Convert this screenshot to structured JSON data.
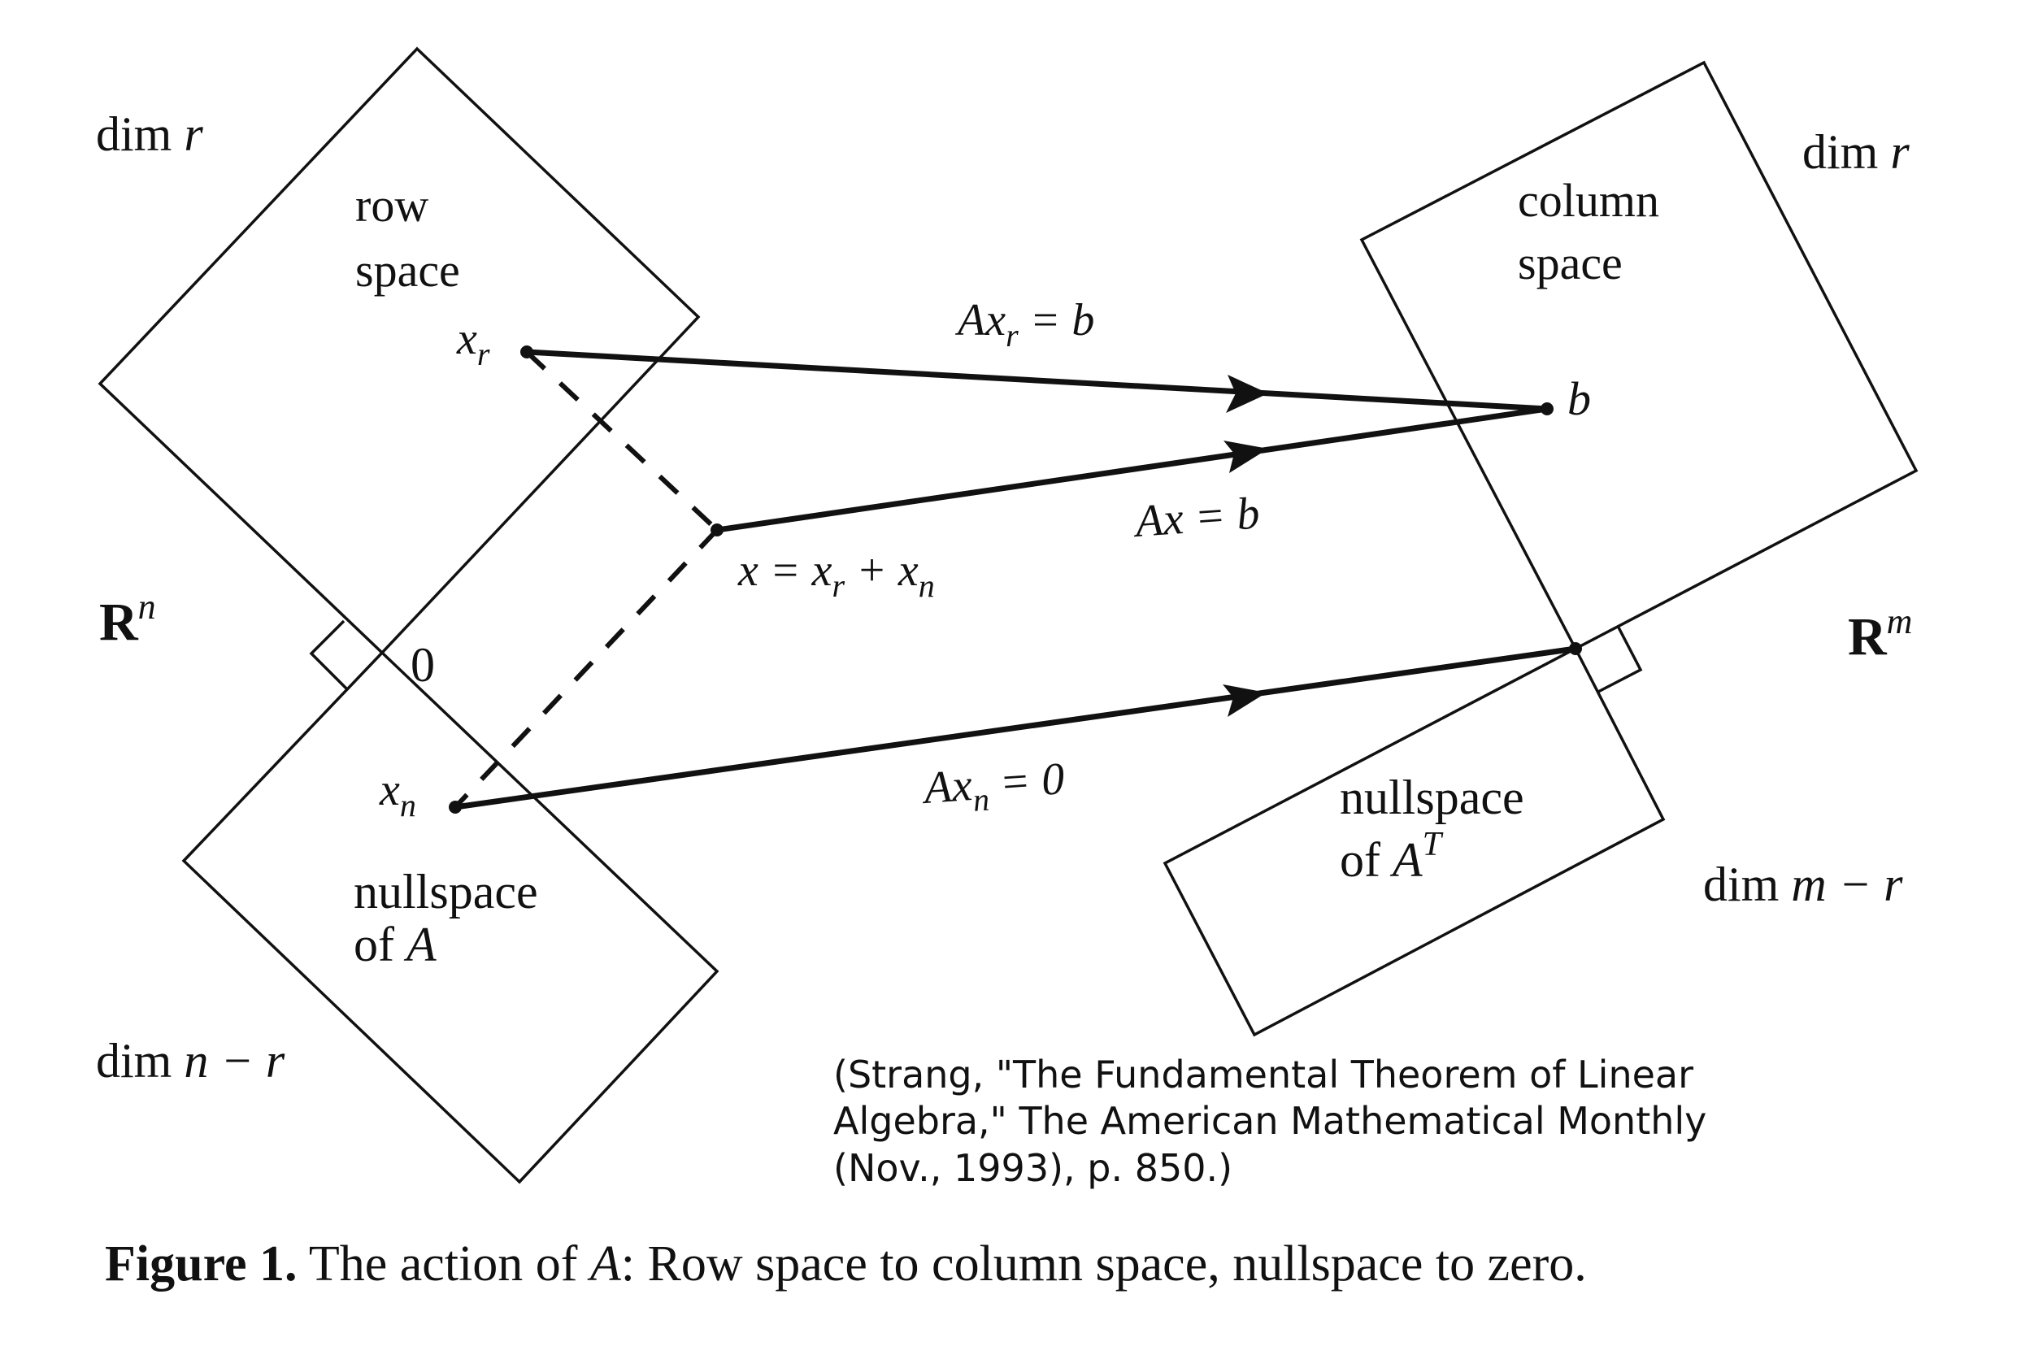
{
  "figure": {
    "left_space": {
      "label": "R",
      "label_sup": "n",
      "row_space": {
        "line1": "row",
        "line2": "space",
        "dim_prefix": "dim ",
        "dim_var": "r"
      },
      "nullspace": {
        "line1": "nullspace",
        "line2_prefix": "of ",
        "line2_var": "A",
        "dim_prefix": "dim ",
        "dim_var": "n − r"
      },
      "origin_label": "0",
      "xr_label": "x",
      "xr_sub": "r",
      "xn_label": "x",
      "xn_sub": "n",
      "x_label": "x = x",
      "x_label_sub1": "r",
      "x_label_mid": " + x",
      "x_label_sub2": "n"
    },
    "right_space": {
      "label": "R",
      "label_sup": "m",
      "column_space": {
        "line1": "column",
        "line2": "space",
        "dim_prefix": "dim ",
        "dim_var": "r"
      },
      "left_nullspace": {
        "line1": "nullspace",
        "line2_prefix": "of ",
        "line2_var": "A",
        "line2_sup": "T",
        "dim_prefix": "dim ",
        "dim_var": "m − r"
      },
      "b_label": "b"
    },
    "mappings": [
      {
        "from": "x_r",
        "to": "b",
        "label_a": "Ax",
        "label_sub": "r",
        "label_rest": " = b"
      },
      {
        "from": "x",
        "to": "b",
        "label_a": "Ax",
        "label_sub": "",
        "label_rest": " = b"
      },
      {
        "from": "x_n",
        "to": "0",
        "label_a": "Ax",
        "label_sub": "n",
        "label_rest": " = 0"
      }
    ]
  },
  "citation": {
    "line1": "(Strang, \"The Fundamental Theorem of Linear",
    "line2": "Algebra,\" The American Mathematical Monthly",
    "line3": "(Nov., 1993), p. 850.)"
  },
  "caption": {
    "label": "Figure 1.",
    "text_before": "The action of ",
    "var": "A",
    "text_after": ": Row space to column space, nullspace to zero."
  }
}
